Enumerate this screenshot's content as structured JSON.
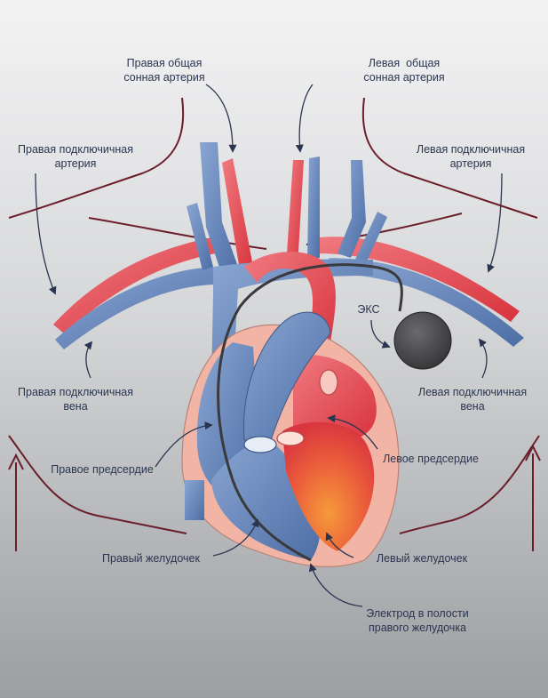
{
  "labels": {
    "right_common_carotid": "Правая общая\nсонная артерия",
    "left_common_carotid": "Левая  общая\nсонная артерия",
    "right_subclavian_artery": "Правая подключичная\nартерия",
    "left_subclavian_artery": "Левая подключичная\nартерия",
    "pacemaker": "ЭКС",
    "right_subclavian_vein": "Правая подключичная\nвена",
    "left_subclavian_vein": "Левая подключичная\nвена",
    "right_atrium": "Правое предсердие",
    "left_atrium": "Левое предсердие",
    "right_ventricle": "Правый желудочек",
    "left_ventricle": "Левый желудочек",
    "electrode": "Электрод в полости\nправого желудочка"
  },
  "colors": {
    "artery": "#e8545c",
    "vein": "#6b8cbf",
    "background_top": "#f2f2f3",
    "background_bottom": "#9ea0a3",
    "pericardium": "#f2b4a4",
    "pacemaker": "#4a4a4c",
    "nerve": "#6b1e2a",
    "label_text": "#2a3550",
    "arrow": "#2a3550"
  },
  "icons": {
    "pacemaker": "pacemaker-device-icon"
  }
}
